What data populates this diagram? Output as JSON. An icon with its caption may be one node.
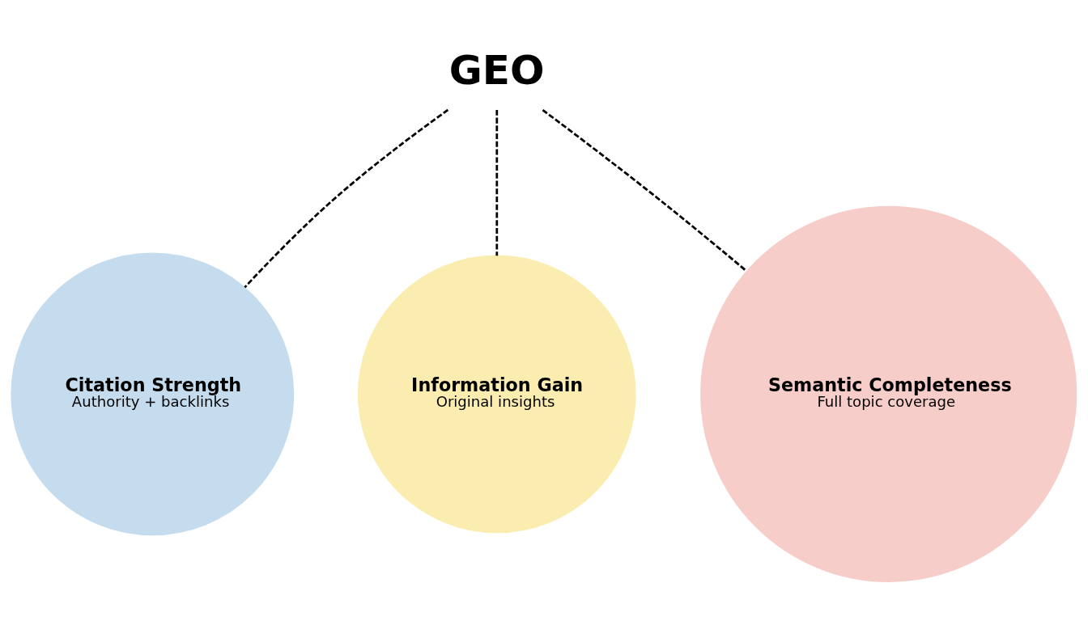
{
  "diagram": {
    "nodes": [
      {
        "text": [
          "GEO"
        ]
      },
      {
        "text": [
          "Citation Strength",
          "Authority + backlinks"
        ]
      },
      {
        "text": [
          "Information Gain",
          "Original insights"
        ]
      },
      {
        "text": [
          "Semantic Completeness",
          "Full topic coverage"
        ]
      }
    ],
    "edges": [
      {
        "from": 0,
        "to": 1,
        "arrow": "none",
        "style": "dashed"
      },
      {
        "from": 0,
        "to": 2,
        "arrow": "none",
        "style": "dashed"
      },
      {
        "from": 0,
        "to": 3,
        "arrow": "none",
        "style": "dashed"
      }
    ]
  }
}
